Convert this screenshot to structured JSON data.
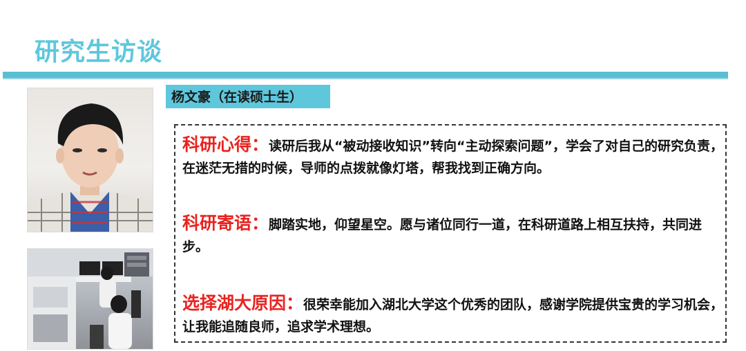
{
  "slide": {
    "title": "研究生访谈"
  },
  "student": {
    "name_label": "杨文豪（在读硕士生）"
  },
  "sections": [
    {
      "heading": "科研心得：",
      "body": "读研后我从“被动接收知识”转向“主动探索问题”，学会了对自己的研究负责，在迷茫无措的时候，导师的点拨就像灯塔，帮我找到正确方向。"
    },
    {
      "heading": "科研寄语：",
      "body": "脚踏实地，仰望星空。愿与诸位同行一道，在科研道路上相互扶持，共同进步。"
    },
    {
      "heading": "选择湖大原因：",
      "body": "很荣幸能加入湖北大学这个优秀的团队，感谢学院提供宝贵的学习机会，让我能追随良师，追求学术理想。"
    }
  ],
  "colors": {
    "title": "#5ec7dc",
    "accent_bar": "#5bbfd3",
    "heading_red": "#e8231f"
  }
}
